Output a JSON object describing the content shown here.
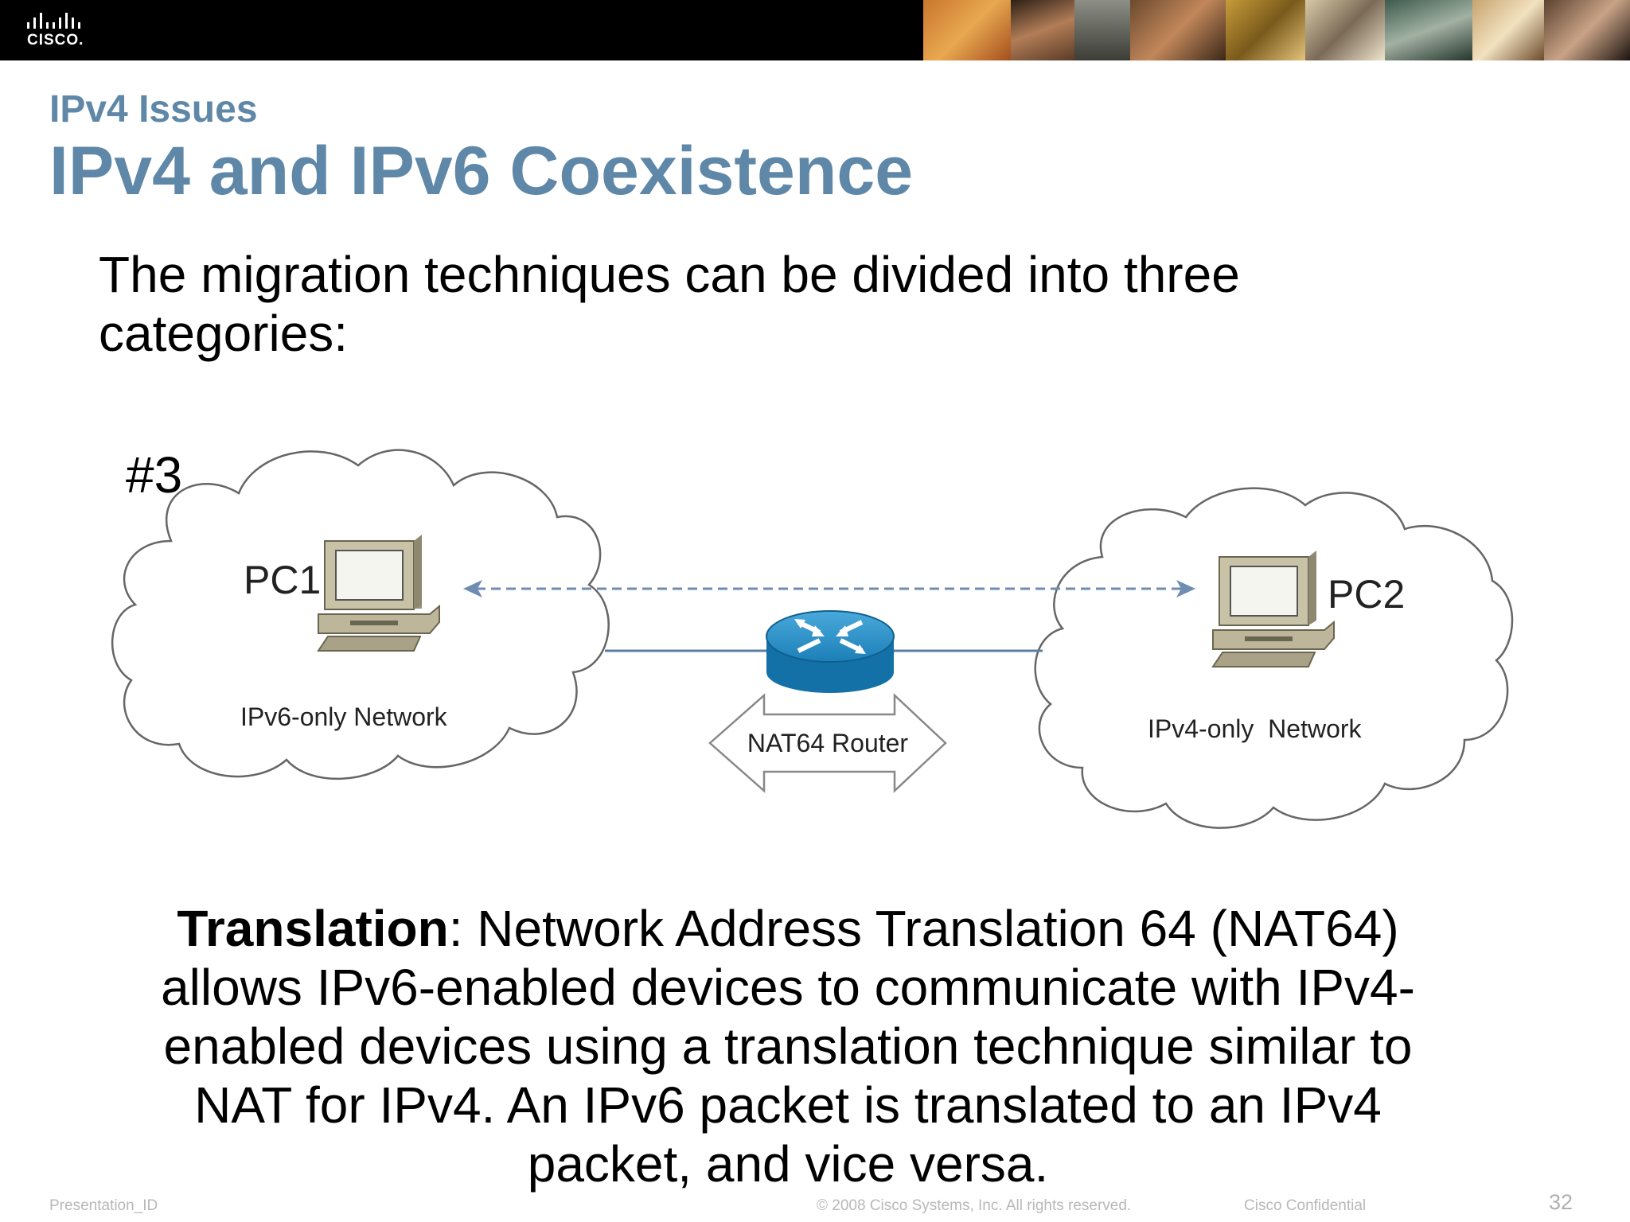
{
  "header": {
    "logo_text": "CISCO."
  },
  "slide": {
    "subtitle": "IPv4 Issues",
    "title": "IPv4 and IPv6 Coexistence",
    "intro": "The migration techniques can be divided into three categories:",
    "number": "#3"
  },
  "diagram": {
    "pc1_label": "PC1",
    "pc2_label": "PC2",
    "network_left": "IPv6-only Network",
    "network_right": "IPv4-only  Network",
    "router_label": "NAT64 Router"
  },
  "description": {
    "term": "Translation",
    "text": ": Network Address Translation 64 (NAT64) allows IPv6-enabled devices to communicate with IPv4-enabled devices using a translation technique similar to NAT for IPv4. An IPv6 packet is translated to an IPv4 packet, and vice versa."
  },
  "footer": {
    "presentation_id": "Presentation_ID",
    "copyright": "© 2008 Cisco Systems, Inc. All rights reserved.",
    "confidential": "Cisco Confidential",
    "page_number": "32"
  },
  "colors": {
    "title": "#5f87a8",
    "router": "#1b7fb6",
    "link": "#5b7fa3"
  }
}
